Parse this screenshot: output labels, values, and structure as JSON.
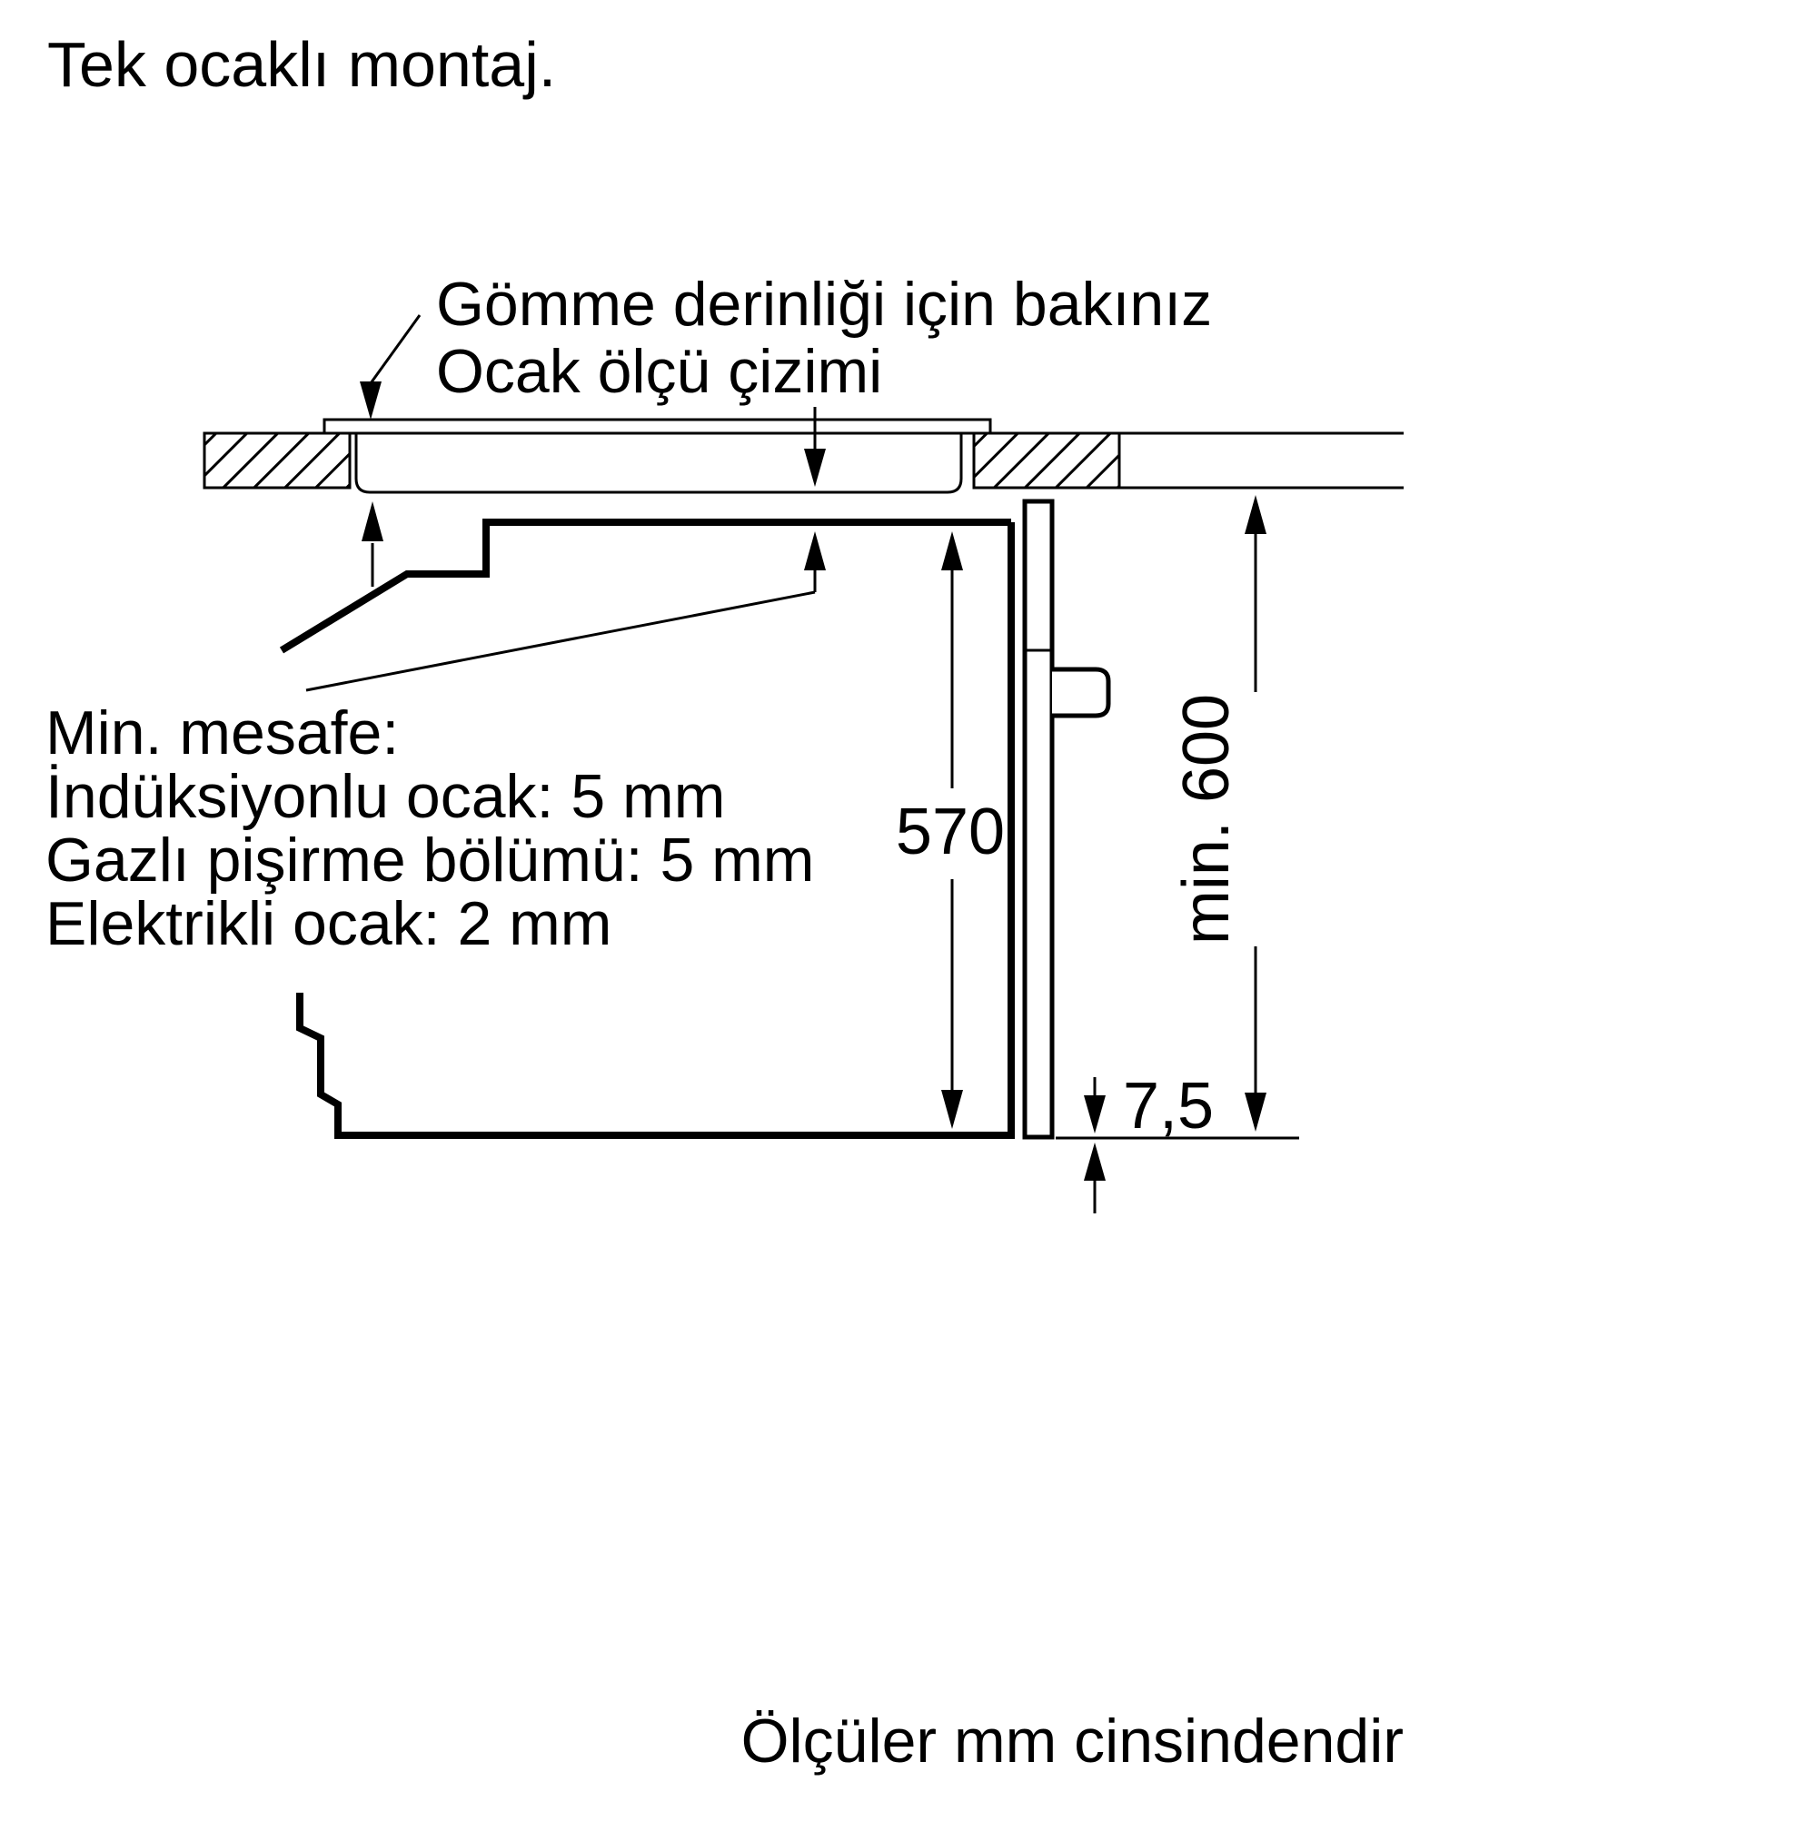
{
  "title": "Tek ocaklı montaj.",
  "callout": {
    "line1": "Gömme derinliği için bakınız",
    "line2": "Ocak ölçü çizimi"
  },
  "min_distance_note": {
    "line1": "Min. mesafe:",
    "line2": "İndüksiyonlu ocak: 5 mm",
    "line3": "Gazlı pişirme bölümü: 5 mm",
    "line4": "Elektrikli ocak: 2 mm"
  },
  "dimensions": {
    "oven_niche_height": "570",
    "min_cabinet_height": "min. 600",
    "door_bottom_offset": "7,5"
  },
  "footer": "Ölçüler mm cinsindendir",
  "colors": {
    "line": "#000000",
    "background": "#ffffff"
  }
}
